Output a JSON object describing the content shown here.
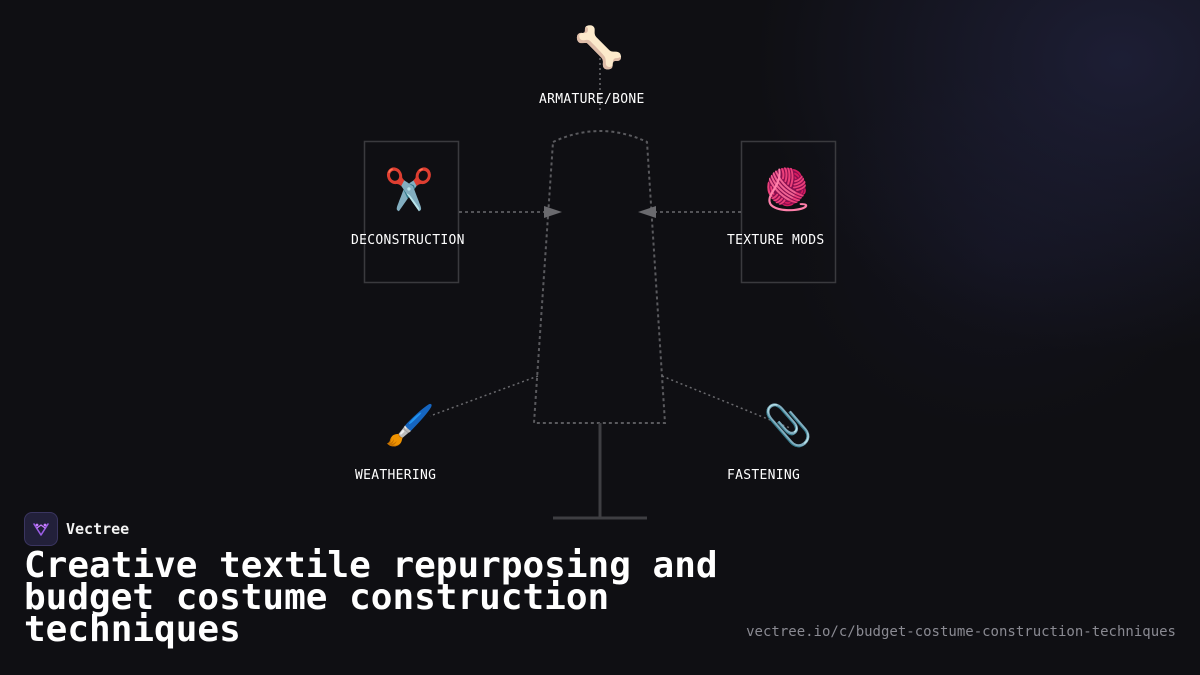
{
  "diagram": {
    "nodes": [
      {
        "id": "armature",
        "label": "ARMATURE/BONE",
        "icon": "bone-icon",
        "glyph": "🦴"
      },
      {
        "id": "deconstruction",
        "label": "DECONSTRUCTION",
        "icon": "scissors-icon",
        "glyph": "✂️"
      },
      {
        "id": "texture",
        "label": "TEXTURE MODS",
        "icon": "yarn-icon",
        "glyph": "🧶"
      },
      {
        "id": "weathering",
        "label": "WEATHERING",
        "icon": "paintbrush-icon",
        "glyph": "🖌️"
      },
      {
        "id": "fastening",
        "label": "FASTENING",
        "icon": "paperclip-icon",
        "glyph": "📎"
      }
    ],
    "center": "dress-form-icon"
  },
  "brand": {
    "name": "Vectree"
  },
  "title": "Creative textile repurposing and budget costume construction techniques",
  "url": "vectree.io/c/budget-costume-construction-techniques",
  "colors": {
    "background": "#0f0f13",
    "line": "#5a5a5e",
    "accent": "#9b5de5"
  }
}
